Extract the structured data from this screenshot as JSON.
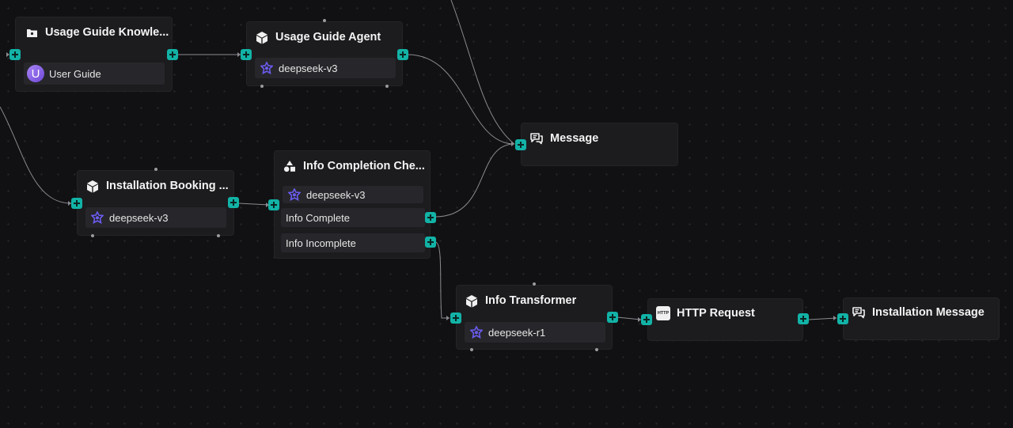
{
  "nodes": {
    "usage_guide_knowledge": {
      "title": "Usage Guide Knowle...",
      "item_label": "User Guide",
      "avatar_letter": "U",
      "icon": "folder-icon"
    },
    "usage_guide_agent": {
      "title": "Usage Guide Agent",
      "model": "deepseek-v3",
      "icon": "cube-icon"
    },
    "message": {
      "title": "Message",
      "icon": "chat-icon"
    },
    "installation_booking": {
      "title": "Installation Booking ...",
      "model": "deepseek-v3",
      "icon": "cube-icon"
    },
    "info_completion_check": {
      "title": "Info Completion Che...",
      "model": "deepseek-v3",
      "branch_complete": "Info Complete",
      "branch_incomplete": "Info Incomplete",
      "icon": "shapes-icon"
    },
    "info_transformer": {
      "title": "Info Transformer",
      "model": "deepseek-r1",
      "icon": "cube-icon"
    },
    "http_request": {
      "title": "HTTP Request",
      "icon_text": "HTTP",
      "icon": "http-icon"
    },
    "installation_message": {
      "title": "Installation Message",
      "icon": "chat-icon"
    }
  },
  "colors": {
    "canvas": "#111113",
    "node": "#1c1c1f",
    "port": "#12b3a6",
    "model_icon": "#6b5cf0",
    "edge": "#8a8a90"
  }
}
